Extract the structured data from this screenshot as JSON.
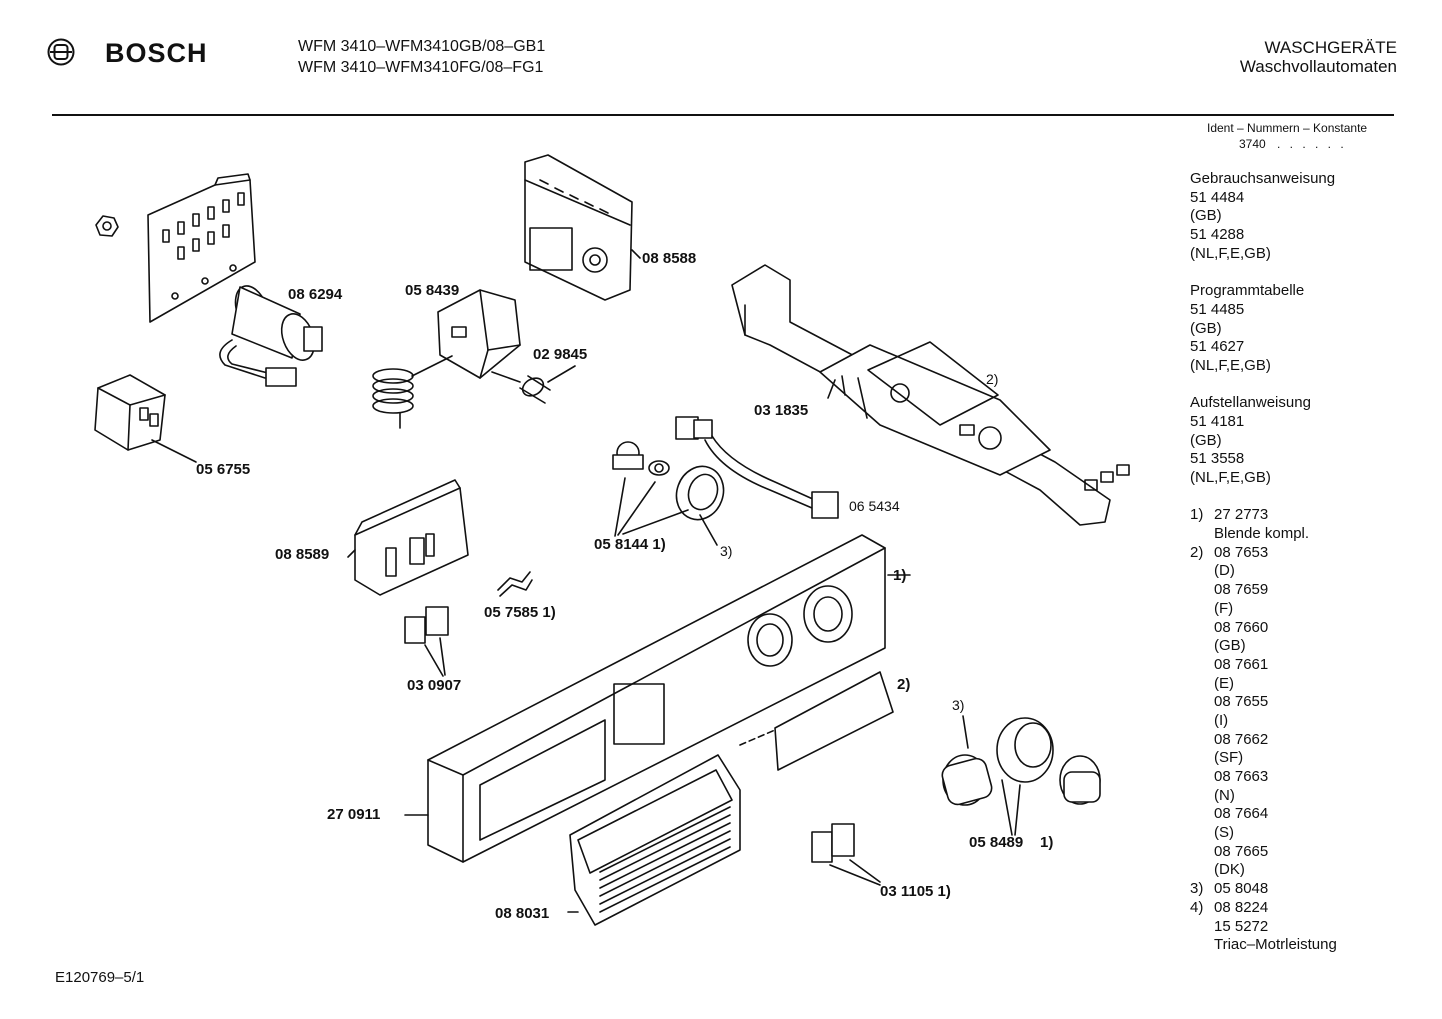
{
  "header": {
    "brand": "BOSCH",
    "model_line_1": "WFM 3410–WFM3410GB/08–GB1",
    "model_line_2": "WFM 3410–WFM3410FG/08–FG1",
    "category_1": "WASCHGERÄTE",
    "category_2": "Waschvollautomaten"
  },
  "side": {
    "ident_label": "Ident – Nummern – Konstante",
    "ident_number": "3740",
    "ident_dots": ". . . . . .",
    "lines": [
      "Gebrauchsanweisung",
      "51 4484",
      "(GB)",
      "51 4288",
      "(NL,F,E,GB)",
      "",
      "Programmtabelle",
      "51 4485",
      "(GB)",
      "51 4627",
      "(NL,F,E,GB)",
      "",
      "Aufstellanweisung",
      "51 4181",
      "(GB)",
      "51 3558",
      "(NL,F,E,GB)",
      ""
    ],
    "notes": [
      {
        "n": "1)",
        "text": "27 2773"
      },
      {
        "n": "",
        "text": "Blende kompl."
      },
      {
        "n": "2)",
        "text": "08 7653"
      },
      {
        "n": "",
        "text": "(D)"
      },
      {
        "n": "",
        "text": "08 7659"
      },
      {
        "n": "",
        "text": "(F)"
      },
      {
        "n": "",
        "text": "08 7660"
      },
      {
        "n": "",
        "text": "(GB)"
      },
      {
        "n": "",
        "text": "08 7661"
      },
      {
        "n": "",
        "text": "(E)"
      },
      {
        "n": "",
        "text": "08 7655"
      },
      {
        "n": "",
        "text": "(I)"
      },
      {
        "n": "",
        "text": "08 7662"
      },
      {
        "n": "",
        "text": "(SF)"
      },
      {
        "n": "",
        "text": "08 7663"
      },
      {
        "n": "",
        "text": "(N)"
      },
      {
        "n": "",
        "text": "08 7664"
      },
      {
        "n": "",
        "text": "(S)"
      },
      {
        "n": "",
        "text": "08 7665"
      },
      {
        "n": "",
        "text": "(DK)"
      },
      {
        "n": "3)",
        "text": "05 8048"
      },
      {
        "n": "4)",
        "text": "08 8224"
      },
      {
        "n": "",
        "text": "15 5272"
      },
      {
        "n": "",
        "text": "Triac–Motrleistung"
      }
    ]
  },
  "parts": {
    "p086294": "08 6294",
    "p058439": "05 8439",
    "p088588": "08 8588",
    "p029845": "02 9845",
    "p056755": "05 6755",
    "p031835": "03 1835",
    "p065434": "06 5434",
    "p0581441": "05 8144 1)",
    "p088589": "08 8589",
    "p0575851": "05 7585 1)",
    "p030907": "03 0907",
    "p270911": "27 0911",
    "p088031": "08 8031",
    "p0311051": "03 1105 1)",
    "p058489": "05 8489",
    "p058489note": "1)",
    "note1": "1)",
    "note2": "2)",
    "note2pcb": "2)",
    "note3a": "3)",
    "note3b": "3)"
  },
  "footer": {
    "code": "E120769–5/1"
  }
}
